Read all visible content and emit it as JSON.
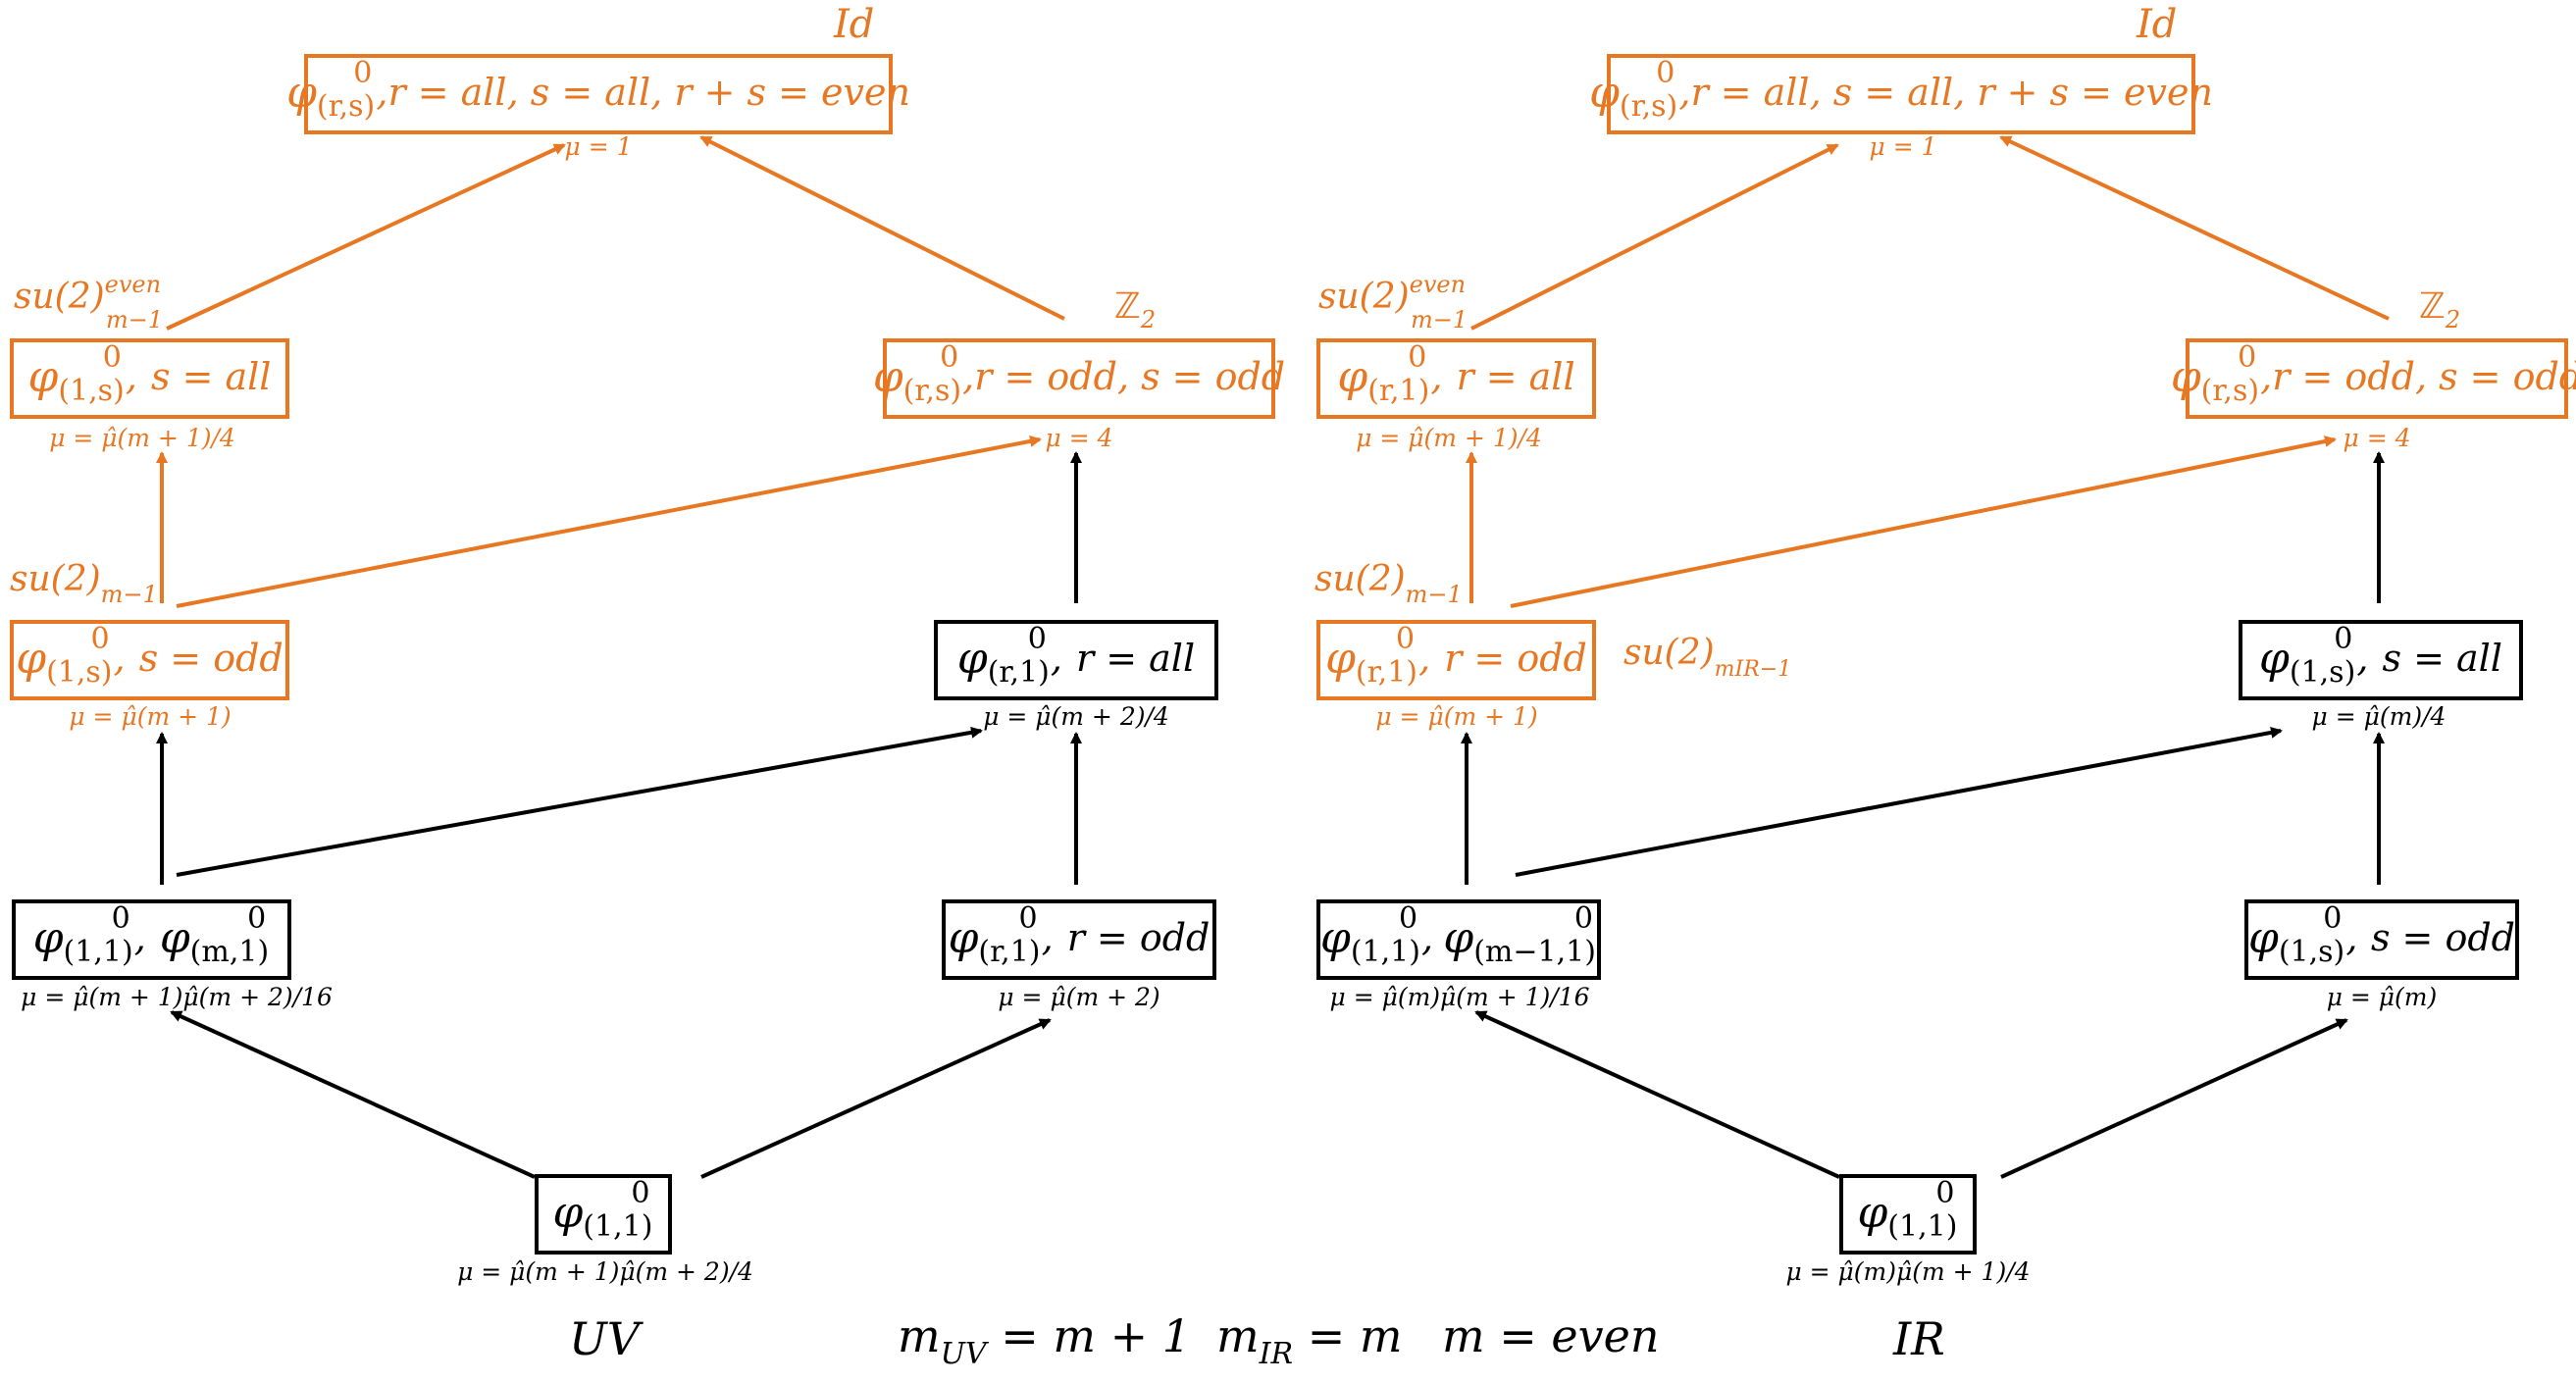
{
  "colors": {
    "highlight": "#E87722",
    "default": "#000000"
  },
  "panels": [
    {
      "footer": "UV",
      "id_label": "Id",
      "top": {
        "field": "φ",
        "sup": "0",
        "sub": "(r,s)",
        "cond": "r = all, s = all, r + s = even",
        "mu": "μ = 1"
      },
      "left_upper": {
        "label": "su(2)",
        "label_sup": "even",
        "label_sub": "m−1",
        "field": "φ",
        "sup": "0",
        "sub": "(1,s)",
        "cond": "s = all",
        "mu": "μ = μ̂(m + 1)/4"
      },
      "right_upper": {
        "label": "ℤ",
        "label_sub": "2",
        "field": "φ",
        "sup": "0",
        "sub": "(r,s)",
        "cond": "r = odd, s = odd",
        "mu": "μ = 4"
      },
      "left_mid": {
        "label": "su(2)",
        "label_sub": "m−1",
        "field": "φ",
        "sup": "0",
        "sub": "(1,s)",
        "cond": "s = odd",
        "mu": "μ = μ̂(m + 1)"
      },
      "right_mid": {
        "field": "φ",
        "sup": "0",
        "sub": "(r,1)",
        "cond": "r = all",
        "mu": "μ = μ̂(m + 2)/4"
      },
      "left_low": {
        "f1": "φ",
        "f1_sup": "0",
        "f1_sub": "(1,1)",
        "f2": "φ",
        "f2_sup": "0",
        "f2_sub": "(m,1)",
        "mu": "μ = μ̂(m + 1)μ̂(m + 2)/16"
      },
      "right_low": {
        "field": "φ",
        "sup": "0",
        "sub": "(r,1)",
        "cond": "r = odd",
        "mu": "μ = μ̂(m + 2)"
      },
      "bottom": {
        "field": "φ",
        "sup": "0",
        "sub": "(1,1)",
        "mu": "μ = μ̂(m + 1)μ̂(m + 2)/4"
      }
    },
    {
      "footer": "IR",
      "id_label": "Id",
      "top": {
        "field": "φ",
        "sup": "0",
        "sub": "(r,s)",
        "cond": "r = all, s = all, r + s = even",
        "mu": "μ = 1"
      },
      "left_upper": {
        "label": "su(2)",
        "label_sup": "even",
        "label_sub": "m−1",
        "field": "φ",
        "sup": "0",
        "sub": "(r,1)",
        "cond": "r = all",
        "mu": "μ = μ̂(m + 1)/4"
      },
      "right_upper": {
        "label": "ℤ",
        "label_sub": "2",
        "field": "φ",
        "sup": "0",
        "sub": "(r,s)",
        "cond": "r = odd, s = odd",
        "mu": "μ = 4"
      },
      "left_mid": {
        "label": "su(2)",
        "label_sub": "m−1",
        "side_label": "su(2)",
        "side_label_sub": "mIR−1",
        "field": "φ",
        "sup": "0",
        "sub": "(r,1)",
        "cond": "r = odd",
        "mu": "μ = μ̂(m + 1)"
      },
      "right_mid": {
        "field": "φ",
        "sup": "0",
        "sub": "(1,s)",
        "cond": "s = all",
        "mu": "μ = μ̂(m)/4"
      },
      "left_low": {
        "f1": "φ",
        "f1_sup": "0",
        "f1_sub": "(1,1)",
        "f2": "φ",
        "f2_sup": "0",
        "f2_sub": "(m−1,1)",
        "mu": "μ = μ̂(m)μ̂(m + 1)/16"
      },
      "right_low": {
        "field": "φ",
        "sup": "0",
        "sub": "(1,s)",
        "cond": "s = odd",
        "mu": "μ = μ̂(m)"
      },
      "bottom": {
        "field": "φ",
        "sup": "0",
        "sub": "(1,1)",
        "mu": "μ = μ̂(m)μ̂(m + 1)/4"
      }
    }
  ],
  "footer_center": {
    "muv": "m",
    "muv_sub": "UV",
    "muv_rhs": " = m + 1",
    "mir": "m",
    "mir_sub": "IR",
    "mir_rhs": " = m",
    "m_even": "m = even"
  }
}
